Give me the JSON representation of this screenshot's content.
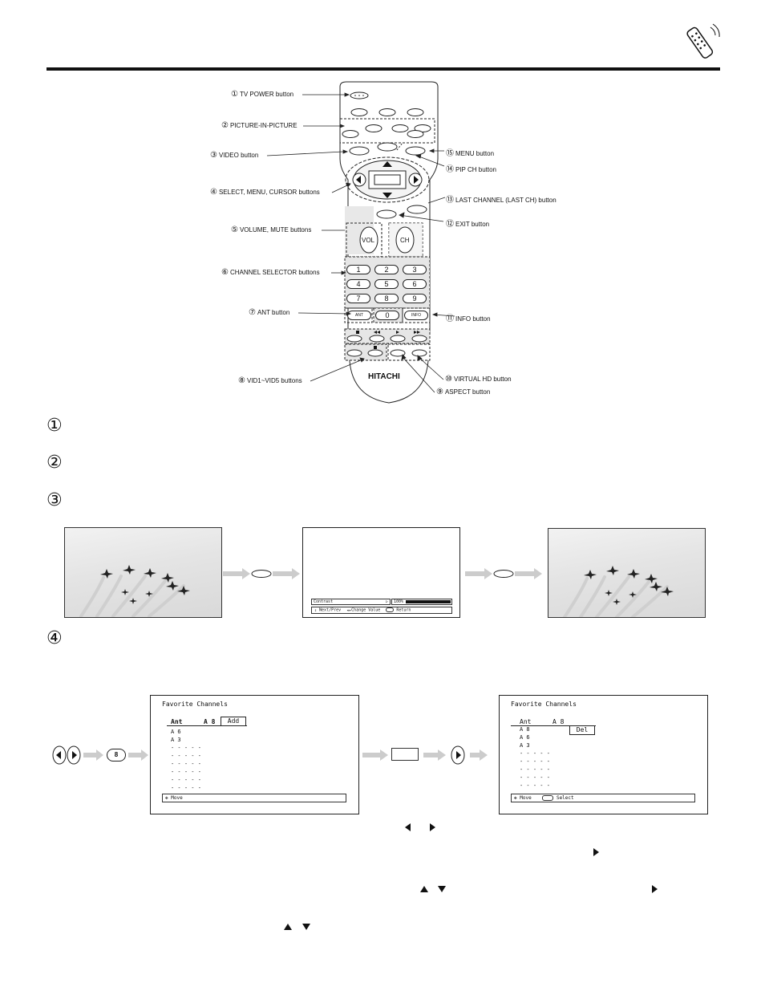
{
  "callouts": {
    "c1": {
      "num": "①",
      "label": "TV POWER button"
    },
    "c2": {
      "num": "②",
      "label": "PICTURE-IN-PICTURE"
    },
    "c3": {
      "num": "③",
      "label": "VIDEO button"
    },
    "c4": {
      "num": "④",
      "label": "SELECT, MENU, CURSOR buttons"
    },
    "c5": {
      "num": "⑤",
      "label": "VOLUME, MUTE buttons"
    },
    "c6": {
      "num": "⑥",
      "label": "CHANNEL SELECTOR buttons"
    },
    "c7": {
      "num": "⑦",
      "label": "ANT button"
    },
    "c8": {
      "num": "⑧",
      "label": "VID1~VID5 buttons"
    },
    "c9": {
      "num": "⑨",
      "label": "ASPECT button"
    },
    "c10": {
      "num": "⑩",
      "label": "VIRTUAL HD button"
    },
    "c11": {
      "num": "⑪",
      "label": "INFO button"
    },
    "c12": {
      "num": "⑫",
      "label": "EXIT button"
    },
    "c13": {
      "num": "⑬",
      "label": "LAST CHANNEL (LAST CH) button"
    },
    "c14": {
      "num": "⑭",
      "label": "PIP CH button"
    },
    "c15": {
      "num": "⑮",
      "label": "MENU button"
    }
  },
  "remote": {
    "vol_label": "VOL",
    "ch_label": "CH",
    "brand": "HITACHI",
    "ant_label": "ANT",
    "info_label": "INFO",
    "keys": [
      "1",
      "2",
      "3",
      "4",
      "5",
      "6",
      "7",
      "8",
      "9",
      "0"
    ]
  },
  "sections": {
    "s1": "①",
    "s2": "②",
    "s3": "③",
    "s4": "④"
  },
  "contrast_menu": {
    "label": "Contrast",
    "value": "100%",
    "help_next": "Next/Prev",
    "help_change": "Change Value",
    "help_return": "Return"
  },
  "fav1": {
    "title": "Favorite Channels",
    "header_col1": "Ant",
    "header_col2": "A 8",
    "action": "Add",
    "rows": [
      "A 6",
      "A 3",
      "- - - - -",
      "- - - - -",
      "- - - - -",
      "- - - - -",
      "- - - - -",
      "- - - - -"
    ],
    "status": "Move"
  },
  "fav2": {
    "title": "Favorite Channels",
    "header_col1": "Ant",
    "header_col2": "A 8",
    "rows": [
      "A 8",
      "A 6",
      "A 3",
      "- - - - -",
      "- - - - -",
      "- - - - -",
      "- - - - -",
      "- - - - -"
    ],
    "action": "Del",
    "status_move": "Move",
    "status_select": "Select"
  },
  "nav": {
    "digit": "8"
  }
}
